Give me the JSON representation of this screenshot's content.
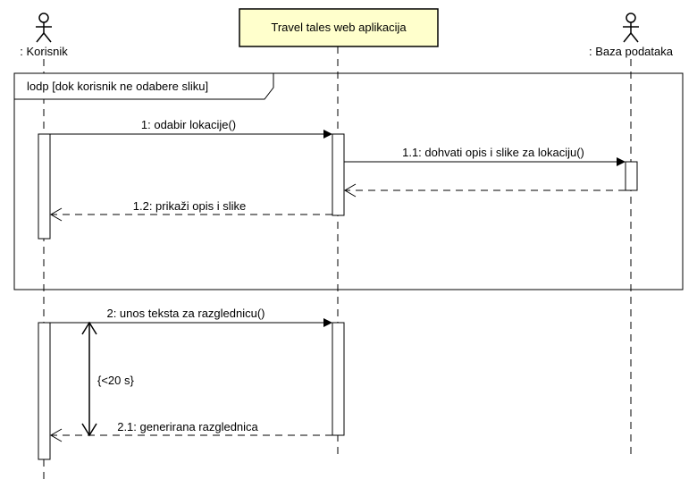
{
  "participants": {
    "user": ": Korisnik",
    "app": "Travel tales web aplikacija",
    "db": ": Baza podataka"
  },
  "fragment": {
    "label": "lodp  [dok korisnik ne odabere sliku]"
  },
  "messages": {
    "m1": "1: odabir lokacije()",
    "m11": "1.1: dohvati opis i slike za lokaciju()",
    "m12": "1.2: prikaži opis i slike",
    "m2": "2: unos teksta za razglednicu()",
    "m21": "2.1: generirana razglednica"
  },
  "constraint": "{<20 s}",
  "colors": {
    "app_box_fill": "#ffffcc",
    "line": "#000000",
    "background": "#ffffff"
  }
}
